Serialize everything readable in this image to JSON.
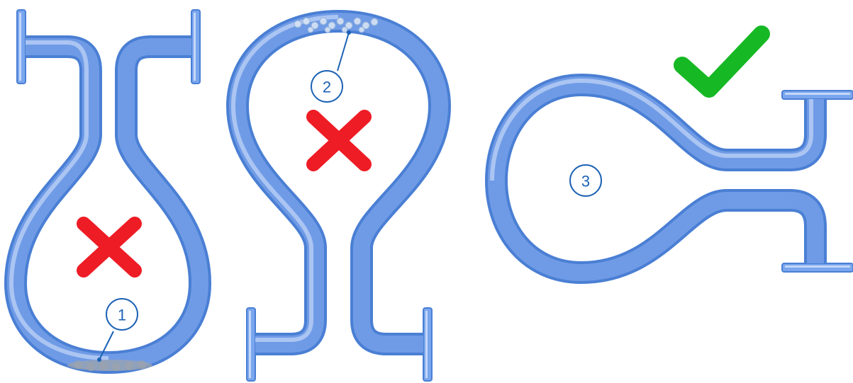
{
  "callouts": [
    {
      "label": "1"
    },
    {
      "label": "2"
    },
    {
      "label": "3"
    }
  ],
  "marks": {
    "incorrect_color": "#ee1c25",
    "correct_color": "#16b824"
  },
  "icons": [
    "cross-icon",
    "cross-icon",
    "check-icon"
  ]
}
